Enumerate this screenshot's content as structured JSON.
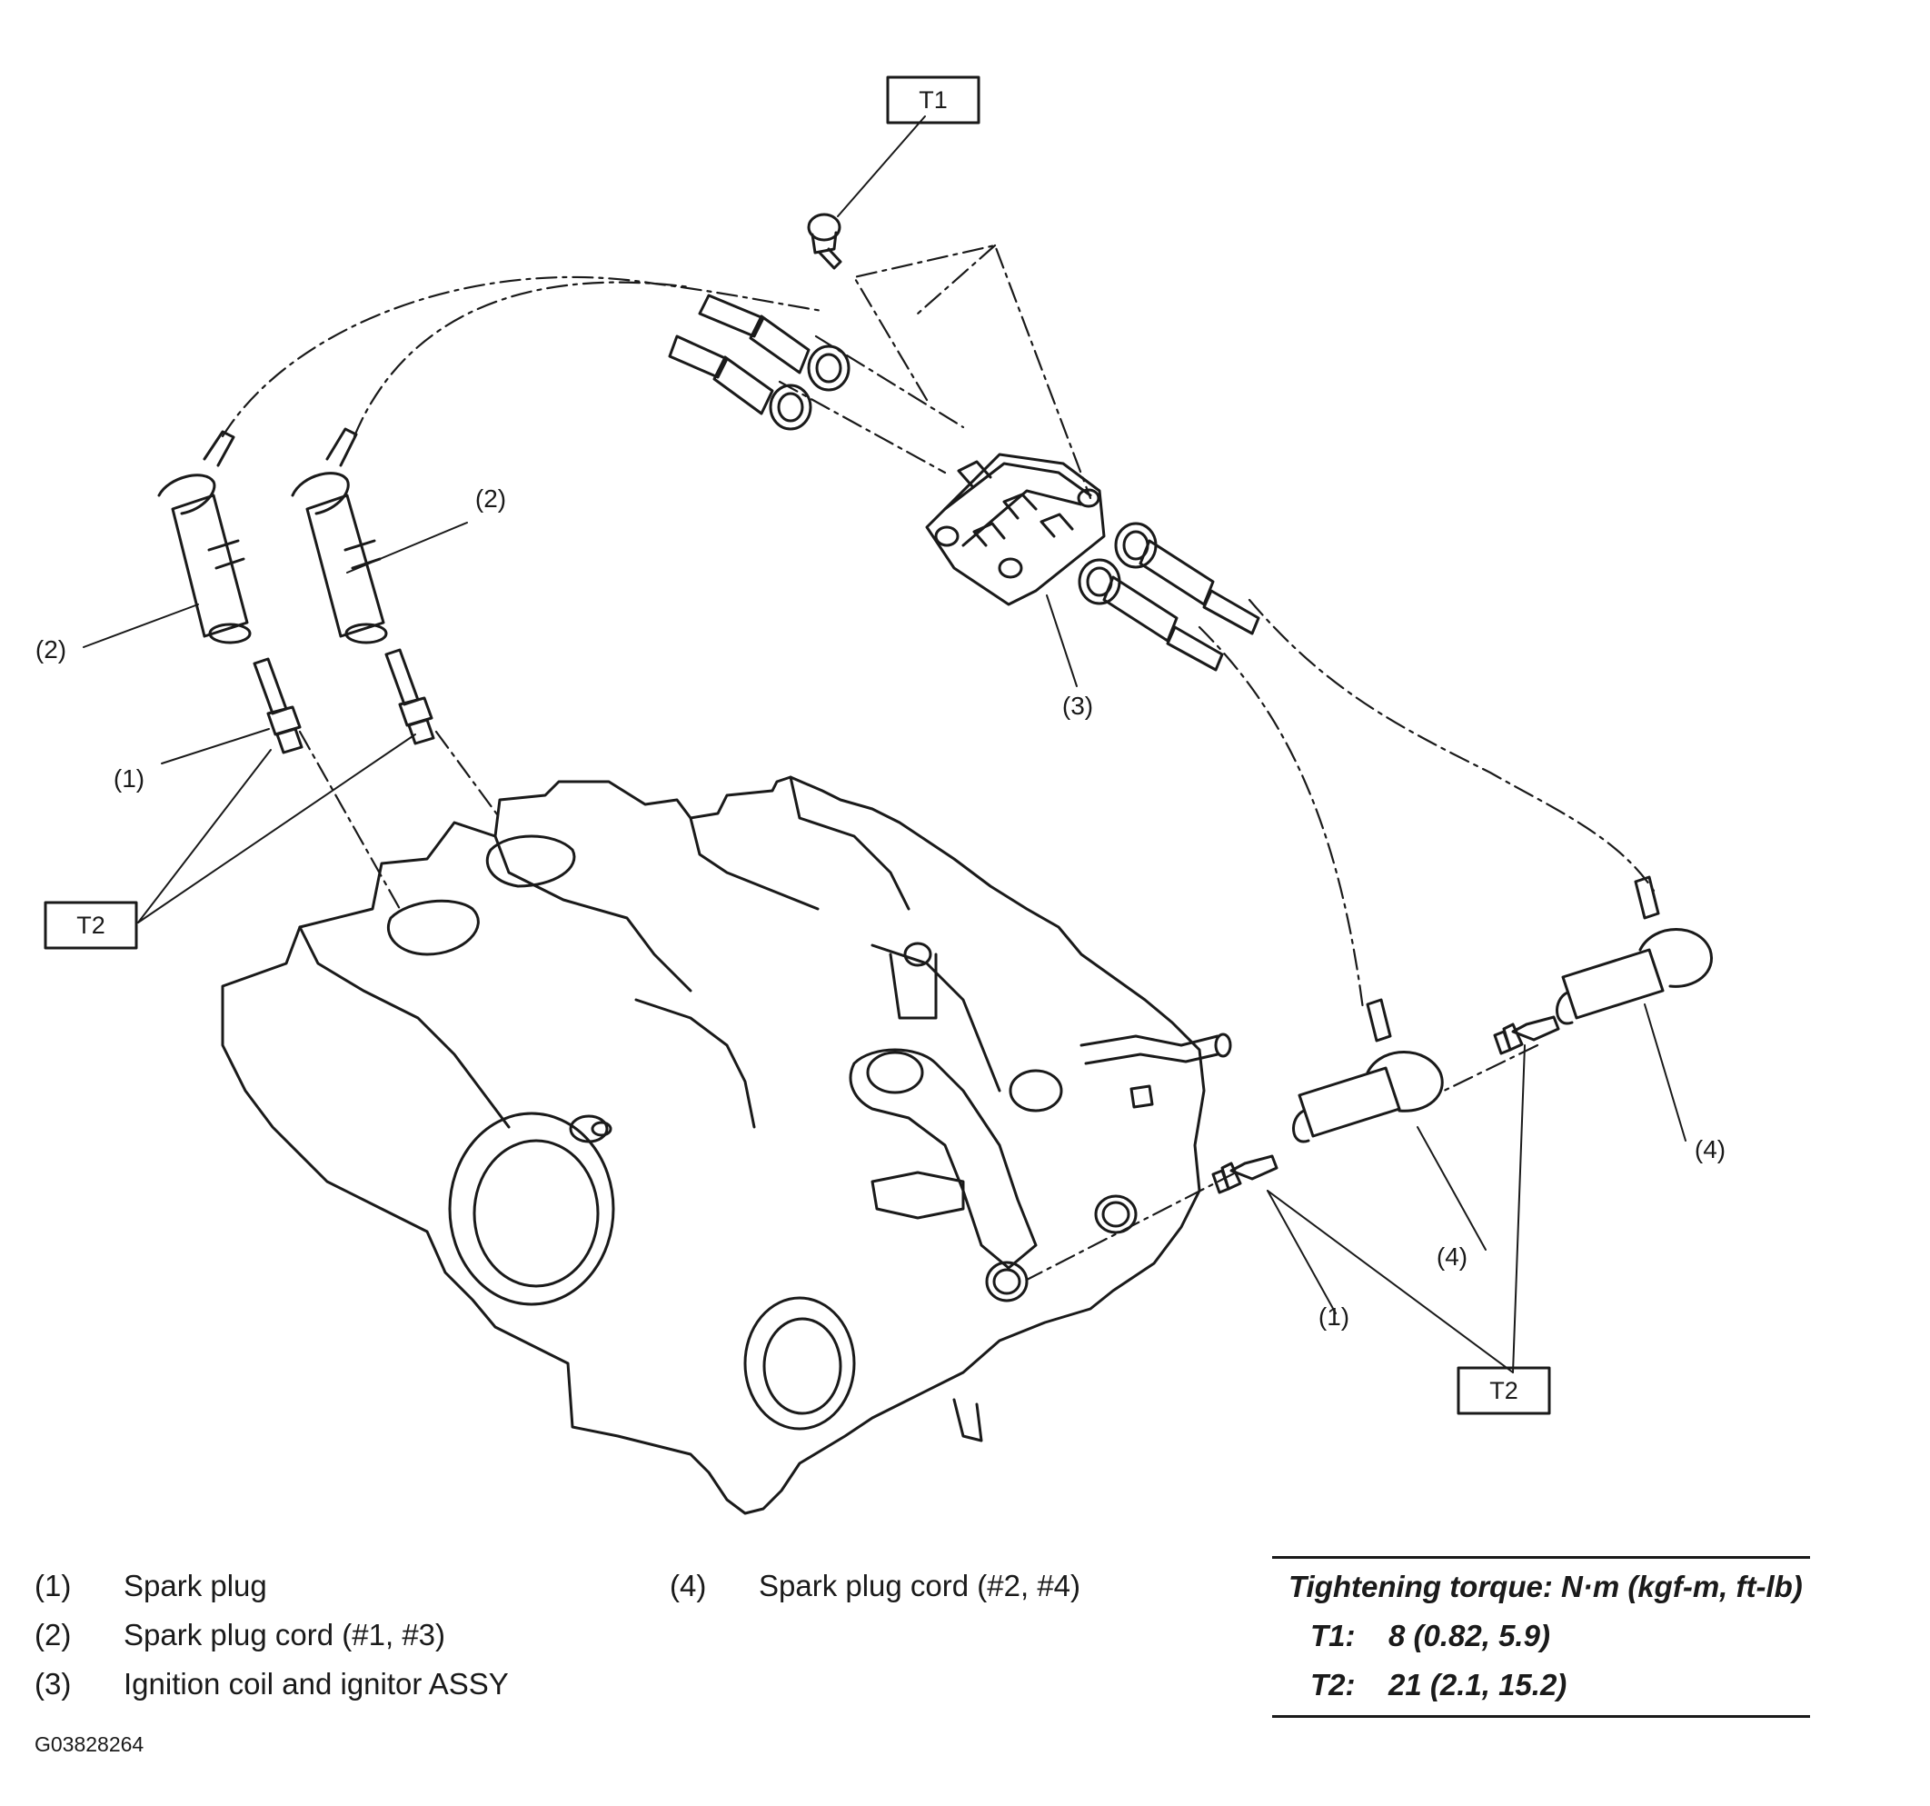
{
  "callouts": {
    "t1": "T1",
    "t2": "T2",
    "n1": "(1)",
    "n2": "(2)",
    "n3": "(3)",
    "n4": "(4)"
  },
  "legend": [
    {
      "num": "(1)",
      "text": "Spark plug"
    },
    {
      "num": "(2)",
      "text": "Spark plug cord (#1, #3)"
    },
    {
      "num": "(3)",
      "text": "Ignition coil and ignitor ASSY"
    },
    {
      "num": "(4)",
      "text": "Spark plug cord (#2, #4)"
    }
  ],
  "torque": {
    "header": "Tightening torque: N·m (kgf-m, ft-lb)",
    "rows": [
      {
        "key": "T1:",
        "value": "8 (0.82, 5.9)"
      },
      {
        "key": "T2:",
        "value": "21 (2.1, 15.2)"
      }
    ]
  },
  "figure_code": "G03828264"
}
